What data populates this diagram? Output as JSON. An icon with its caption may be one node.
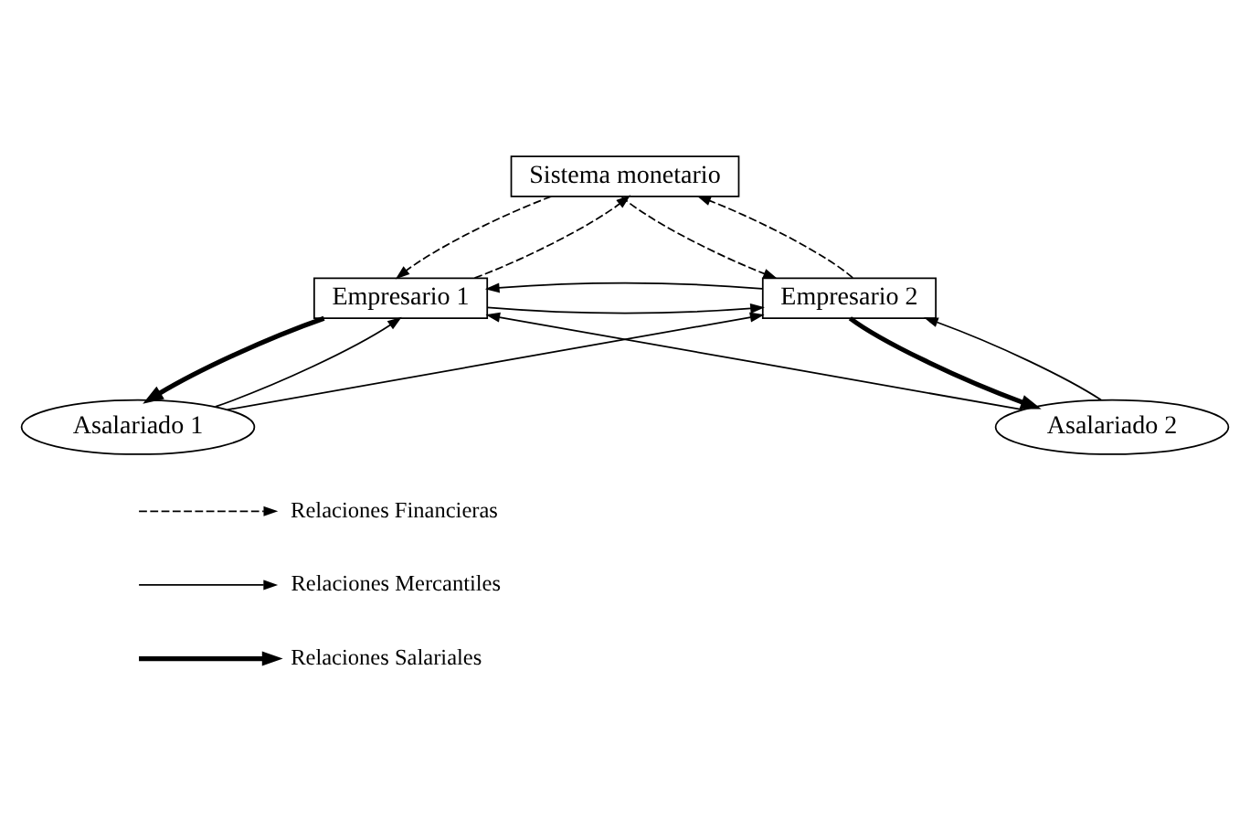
{
  "diagram": {
    "nodes": [
      {
        "text": [
          "Sistema monetario"
        ]
      },
      {
        "text": [
          "Empresario 1"
        ]
      },
      {
        "text": [
          "Empresario 2"
        ]
      },
      {
        "text": [
          "Asalariado 1"
        ]
      },
      {
        "text": [
          "Asalariado 2"
        ]
      }
    ],
    "edges": [
      {
        "from": 0,
        "to": 1,
        "arrow": "to",
        "style": "dashed"
      },
      {
        "from": 1,
        "to": 0,
        "arrow": "to",
        "style": "dashed"
      },
      {
        "from": 0,
        "to": 2,
        "arrow": "to",
        "style": "dashed"
      },
      {
        "from": 2,
        "to": 0,
        "arrow": "to",
        "style": "dashed"
      },
      {
        "from": 1,
        "to": 2,
        "arrow": "to"
      },
      {
        "from": 2,
        "to": 1,
        "arrow": "to"
      },
      {
        "from": 3,
        "to": 1,
        "arrow": "to"
      },
      {
        "from": 1,
        "to": 3,
        "arrow": "to",
        "style": "thick"
      },
      {
        "from": 3,
        "to": 2,
        "arrow": "to"
      },
      {
        "from": 4,
        "to": 1,
        "arrow": "to"
      },
      {
        "from": 4,
        "to": 2,
        "arrow": "to"
      },
      {
        "from": 2,
        "to": 4,
        "arrow": "to",
        "style": "thick"
      }
    ],
    "legend": [
      {
        "text": "Relaciones Financieras"
      },
      {
        "text": "Relaciones Mercantiles"
      },
      {
        "text": "Relaciones Salariales"
      }
    ]
  }
}
